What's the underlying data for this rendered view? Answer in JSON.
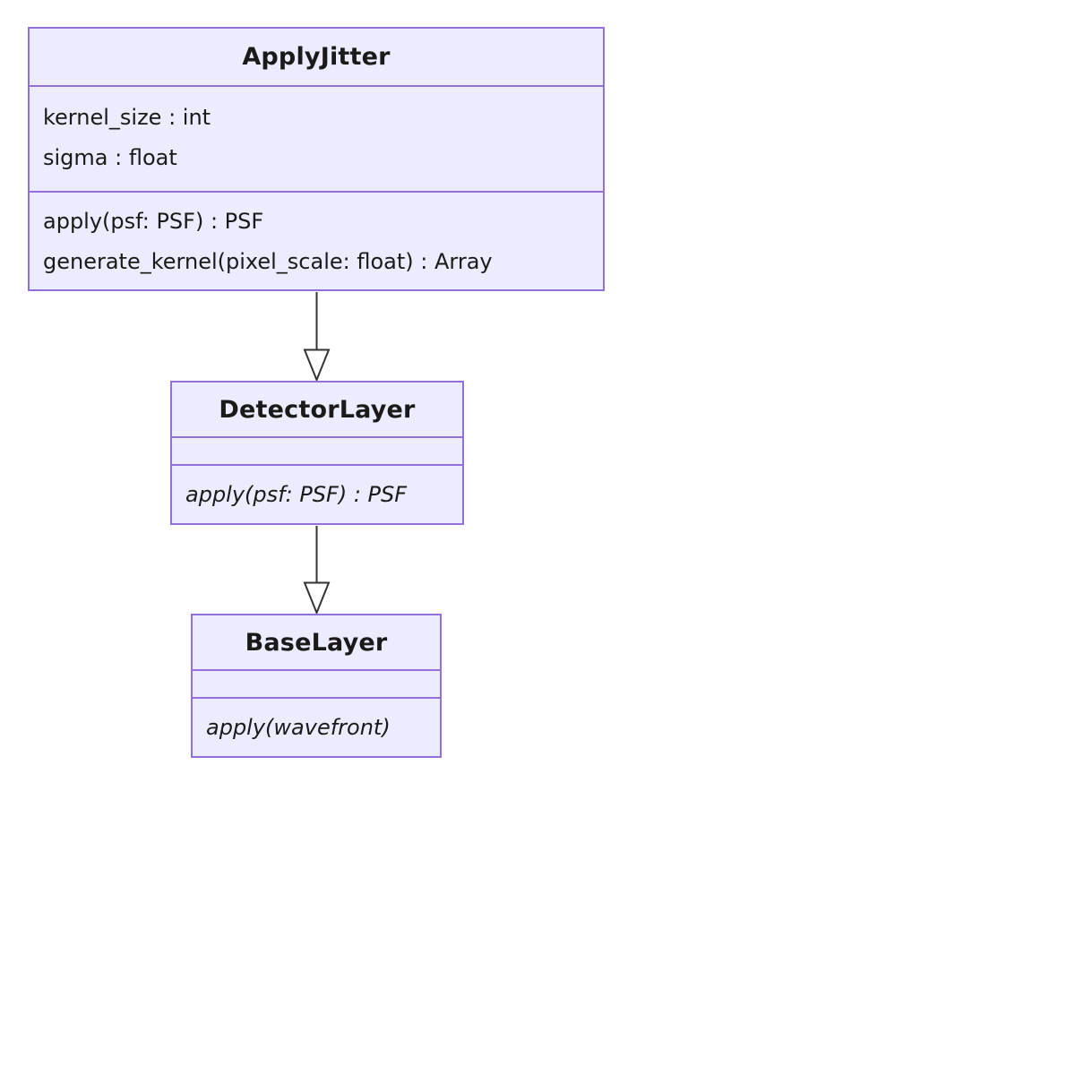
{
  "diagram": {
    "type": "uml-class-diagram",
    "colors": {
      "box_fill": "#ECECFF",
      "box_border": "#9370DB",
      "edge": "#333333",
      "text": "#1a1a1a",
      "background": "#ffffff"
    },
    "classes": [
      {
        "name": "ApplyJitter",
        "attributes": [
          "kernel_size : int",
          "sigma : float"
        ],
        "methods": [
          {
            "text": "apply(psf: PSF) : PSF",
            "abstract": false
          },
          {
            "text": "generate_kernel(pixel_scale: float) : Array",
            "abstract": false
          }
        ]
      },
      {
        "name": "DetectorLayer",
        "attributes": [],
        "methods": [
          {
            "text": "apply(psf: PSF) : PSF",
            "abstract": true
          }
        ]
      },
      {
        "name": "BaseLayer",
        "attributes": [],
        "methods": [
          {
            "text": "apply(wavefront)",
            "abstract": true
          }
        ]
      }
    ],
    "relations": [
      {
        "from": "ApplyJitter",
        "to": "DetectorLayer",
        "type": "inheritance",
        "arrowhead": "hollow-triangle",
        "direction": "down"
      },
      {
        "from": "DetectorLayer",
        "to": "BaseLayer",
        "type": "inheritance",
        "arrowhead": "hollow-triangle",
        "direction": "down"
      }
    ]
  }
}
